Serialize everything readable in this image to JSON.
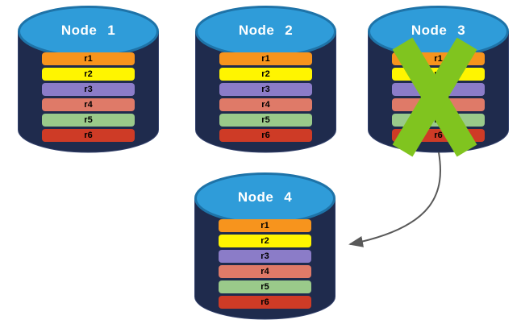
{
  "diagram": {
    "description": "Replicated database nodes with failed node re-replication",
    "nodes": [
      {
        "title": "Node 1",
        "status": "active",
        "replicas": [
          "r1",
          "r2",
          "r3",
          "r4",
          "r5",
          "r6"
        ]
      },
      {
        "title": "Node 2",
        "status": "active",
        "replicas": [
          "r1",
          "r2",
          "r3",
          "r4",
          "r5",
          "r6"
        ]
      },
      {
        "title": "Node 3",
        "status": "failed",
        "replicas": [
          "r1",
          "r2",
          "r3",
          "r4",
          "r5",
          "r6"
        ]
      },
      {
        "title": "Node 4",
        "status": "active",
        "replicas": [
          "r1",
          "r2",
          "r3",
          "r4",
          "r5",
          "r6"
        ]
      }
    ],
    "replica_colors": {
      "r1": "#F7941D",
      "r2": "#FFF500",
      "r3": "#8B7CC8",
      "r4": "#DF7A68",
      "r5": "#9ACA8A",
      "r6": "#CE3B26"
    },
    "colors": {
      "cylinder_body": "#1F2B4D",
      "cylinder_body_stroke": "#32406B",
      "cylinder_top": "#2F9CD9",
      "cylinder_top_border": "#1E73A8",
      "failure_x": "#80C41F",
      "arrow": "#595959",
      "replica_text": "#000000",
      "title_text": "#FFFFFF"
    },
    "failure_marker": {
      "node": "Node 3",
      "symbol": "X"
    },
    "arrow_annotation": {
      "from": "Node 3",
      "to": "Node 4"
    }
  }
}
